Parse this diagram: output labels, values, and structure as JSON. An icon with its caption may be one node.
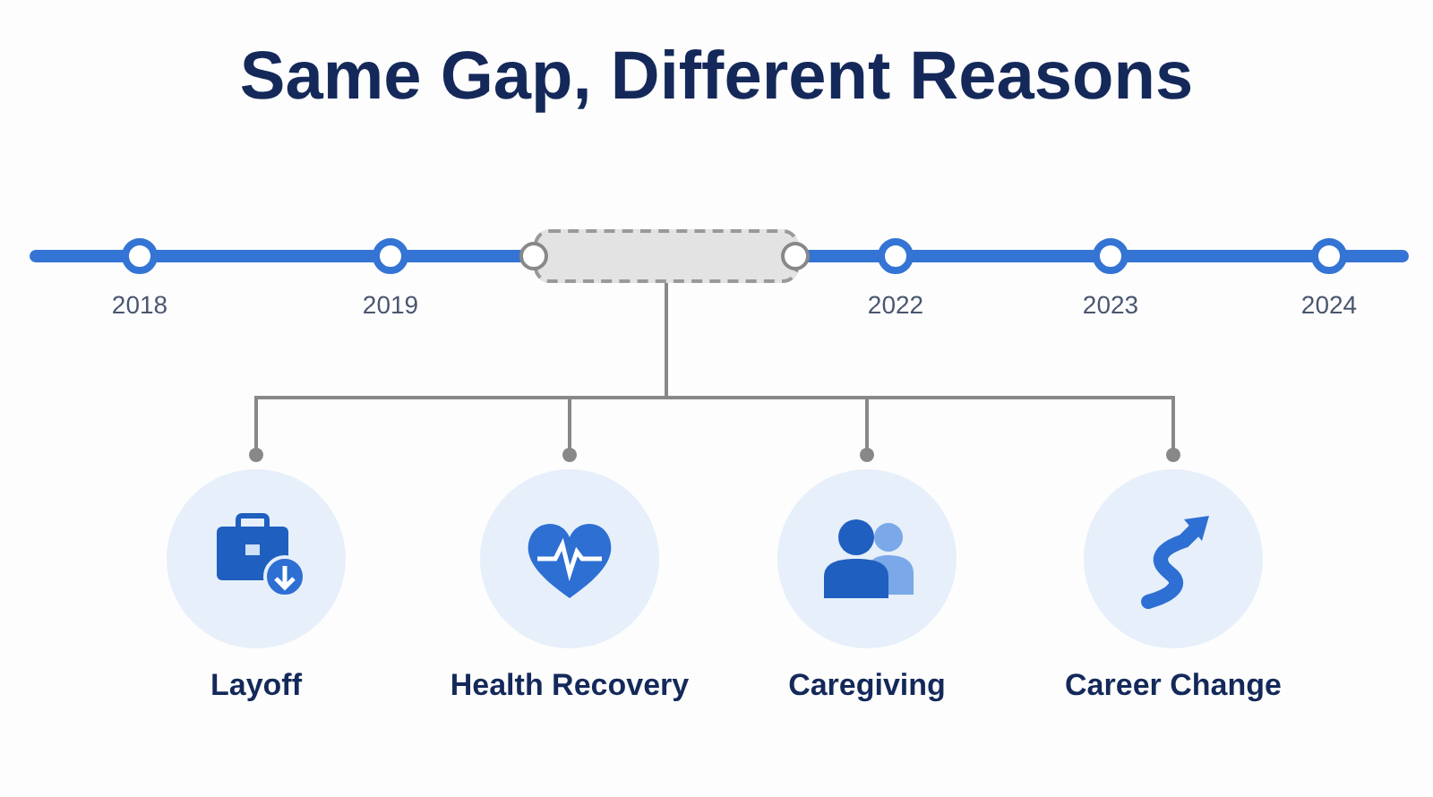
{
  "diagram": {
    "title": "Same Gap, Different Reasons",
    "nodes": [
      {
        "text": [],
        "shape": "box"
      },
      {
        "text": [
          "Layoff"
        ]
      },
      {
        "text": [
          "Health Recovery"
        ]
      },
      {
        "text": [
          "Caregiving"
        ]
      },
      {
        "text": [
          "Career Change"
        ]
      }
    ],
    "edges": [
      {
        "from": 0,
        "to": 1,
        "arrow": "other"
      },
      {
        "from": 0,
        "to": 2,
        "arrow": "other"
      },
      {
        "from": 0,
        "to": 3,
        "arrow": "other"
      },
      {
        "from": 0,
        "to": 4,
        "arrow": "other"
      }
    ],
    "labels": [
      "2018",
      "2019",
      "2022",
      "2023",
      "2024"
    ]
  }
}
